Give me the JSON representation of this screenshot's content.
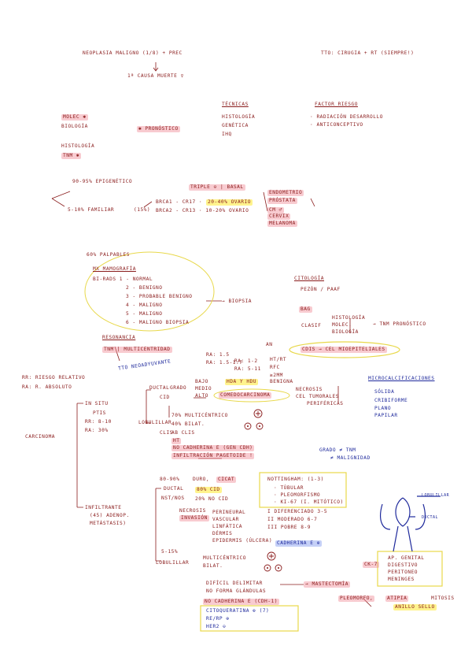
{
  "header": {
    "title": "NEOPLASIA MALIGNO (1/8) + PREC",
    "subtitle": "1ª CAUSA MUERTE ♀",
    "treatment": "TTO: CIRUGIA + RT (SIEMPRE!)"
  },
  "intro": {
    "left": [
      "MOLEC ✱",
      "BIOLOGÍA",
      "HISTOLOGÍA",
      "TNM ✱"
    ],
    "pronostico": "✱ PRONÓSTICO",
    "tecnicas_title": "TÉCNICAS",
    "tecnicas": [
      "HISTOLOGÍA",
      "GENÉTICA",
      "IHQ"
    ],
    "factor_title": "FACTOR RIESGO",
    "factores": [
      "· RADIACIÓN DESARROLLO",
      "· ANTICONCEPTIVO"
    ]
  },
  "origen": {
    "epigenetico": "90-95% EPIGENÉTICO",
    "familiar": "5-10% FAMILIAR",
    "brca_pct": "(15%)",
    "brca1": "BRCA1 - CR17 ·",
    "brca1_pct": "20-40% OVARIO",
    "brca2": "BRCA2 - CR13 · 10-20% OVARIO",
    "triple": "TRIPLE ⊖ | BASAL",
    "otros": [
      "ENDOMETRIO",
      "PRÓSTATA",
      "CM ♂",
      "CERVIX",
      "MELANOMA"
    ]
  },
  "birads": {
    "palpables": "60% PALPABLES",
    "mx": "MX MAMOGRAFÍA",
    "items": [
      "BI-RADS 1 - NORMAL",
      "2 - BENIGNO",
      "3 - PROBABLE BENIGNO",
      "4 - MALIGNO",
      "5 - MALIGNO",
      "6 - MALIGNO BIOPSIA"
    ],
    "biopsia": "→ BIOPSIA"
  },
  "citologia": {
    "title": "CITOLOGÍA",
    "sub": "PEZÓN / PAAF",
    "bag": "BAG",
    "clasif": "CLASIF",
    "clasif_items": [
      "HISTOLOGÍA",
      "MOLEC.",
      "BIOLOGÍA"
    ],
    "tnm": "→ TNM PRONÓSTICO",
    "cdis": "CDIS → CEL MIOEPITELIALES"
  },
  "resonancia": {
    "title": "RESONANCIA",
    "tnm": "TNM | MULTICENTRIDAD",
    "tto": "TTO NEOADYUVANTE"
  },
  "riesgo": {
    "rr": "RR: RIESGO RELATIVO",
    "ra": "RA: R. ABSOLUTO"
  },
  "carcinoma": {
    "label": "CARCINOMA",
    "insitu": "IN SITU",
    "ptis": "PTIS",
    "rr": "RR: 8-10",
    "ra": "RA: 30%",
    "ductal": "DUCTAL",
    "cid": "CID",
    "grado": "GRADO",
    "bajo": "BAJO",
    "medio": "MEDIO",
    "alto": "ALTO",
    "hda": "HDA Y HDU",
    "comedo": "COMEDOCARCINOMA",
    "ra_vals": [
      "RA: 1.5",
      "RA: 1.5-1.7"
    ],
    "ra2": [
      "RA: 1-2",
      "RA: 5-11"
    ],
    "ht_list": [
      "HT/RT",
      "RFC",
      "≥2mm",
      "BENIGNA"
    ],
    "an": "AN",
    "necrosis": [
      "NECROSIS",
      "CEL TUMORALES",
      "PERIFÉRICAS"
    ],
    "lobulillar": "LOBULILLAR",
    "clis": "CLIS",
    "multi": "70% MULTICÉNTRICO",
    "bilat": "40% BILAT.",
    "ab": "AB CLIS",
    "ht": "HT",
    "cadherina": "NO CADHERINA E (GEN CDH)",
    "infiltracion": "INFILTRACIÓN PAGETOIDE !"
  },
  "micro": {
    "title": "MICROCALCIFICACIONES",
    "items": [
      "SÓLIDA",
      "CRIBIFORME",
      "PLANO",
      "PAPILAR"
    ]
  },
  "grado_tnm": {
    "a": "GRADO ≠ TNM",
    "b": "≠ MALIGNIDAD"
  },
  "infiltrante": {
    "label": "INFILTRANTE",
    "sub": [
      "(45) ADENOP.",
      "METÁSTASIS)"
    ],
    "ductal_pct": "80-90%",
    "ductal": "DUCTAL",
    "nst": "NST/NOS",
    "duro": "DURO,",
    "cicat": "CICAT",
    "cid80": "80% CID",
    "cid20": "20% NO CID",
    "necrosis": "NECROSIS",
    "invasion": "INVASIÓN",
    "inv_items": [
      "PERINEURAL",
      "VASCULAR",
      "LINFÁTICA",
      "DÉRMIS",
      "EPIDERMIS (ÚLCERA)"
    ],
    "nott_title": "NOTTINGHAM: (1-3)",
    "nott_items": [
      "· TÚBULAR",
      "· PLEOMORFISMO",
      "· KI-67 (I. MITÓTICO)"
    ],
    "grados": [
      "I  DIFERENCIADO  3-5",
      "II  MODERADO  6-7",
      "III  POBRE  8-9"
    ],
    "cadherina": "CADHERINA E ⊕",
    "lob_pct": "5-15%",
    "lob": "LOBULILLAR",
    "lob_multi": "MULTICÉNTRICO",
    "lob_bilat": "BILAT.",
    "dificil": "DIFÍCIL DELIMITAR",
    "no_forma": "NO FORMA GLÁNDULAS",
    "mastec": "→ MASTECTOMÍA",
    "ck7": "CK-7",
    "ap": [
      "AP. GENITAL",
      "DIGESTIVO",
      "PERITONEO",
      "MENINGES"
    ],
    "no_cad": "NO CADHERINA E (CDH-1)",
    "citoq": "CITOQUERATINA ⊕ (7)",
    "rerp": "RE/RP ⊕",
    "her2": "HER2 ⊖",
    "pleo": "PLEOMORFO,",
    "atipia": "ATIPIA",
    "mitosis": "MITOSIS",
    "anillo": "ANILLO SELLO"
  },
  "diagram": {
    "lobulillar": "LOBULILLAR",
    "ductal": "DUCTAL"
  }
}
